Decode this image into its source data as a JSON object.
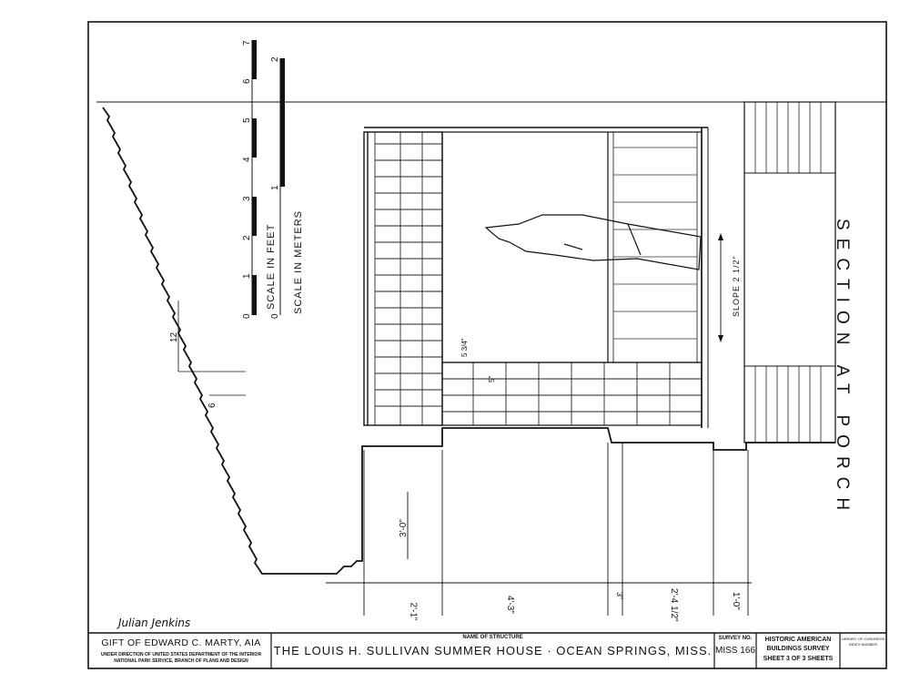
{
  "title_block": {
    "donor": "GIFT OF EDWARD C. MARTY, AIA",
    "under_direction_1": "UNDER DIRECTION OF UNITED STATES DEPARTMENT OF THE INTERIOR",
    "under_direction_2": "NATIONAL PARK SERVICE, BRANCH OF PLANS AND DESIGN",
    "structure_label": "NAME OF STRUCTURE",
    "structure_name": "THE LOUIS H. SULLIVAN SUMMER HOUSE · OCEAN SPRINGS, MISS.",
    "survey_label": "SURVEY NO.",
    "survey_no": "MISS 166",
    "survey_org_1": "HISTORIC AMERICAN",
    "survey_org_2": "BUILDINGS SURVEY",
    "sheet_info": "SHEET 3 OF 3 SHEETS",
    "library_1": "LIBRARY OF CONGRESS",
    "library_2": "INDEX NUMBER",
    "signature": "Julian Jenkins"
  },
  "drawing": {
    "section_title": "SECTION AT PORCH",
    "scale_feet_label": "SCALE IN FEET",
    "scale_meters_label": "SCALE IN METERS",
    "feet_ticks": [
      "0",
      "1",
      "2",
      "3",
      "4",
      "5",
      "6",
      "7"
    ],
    "meter_ticks": [
      "0",
      "1",
      "2"
    ],
    "slope_rise": "12",
    "slope_run": "6",
    "slope_note": "SLOPE 2 1/2\"",
    "dim_height": "3'-0\"",
    "dim_small_1": "5 3/4\"",
    "dim_small_2": "5\"",
    "bottom_dims": [
      "2'-1\"",
      "4'-3\"",
      "3\"",
      "2'-4 1/2\"",
      "1'-0\""
    ]
  }
}
